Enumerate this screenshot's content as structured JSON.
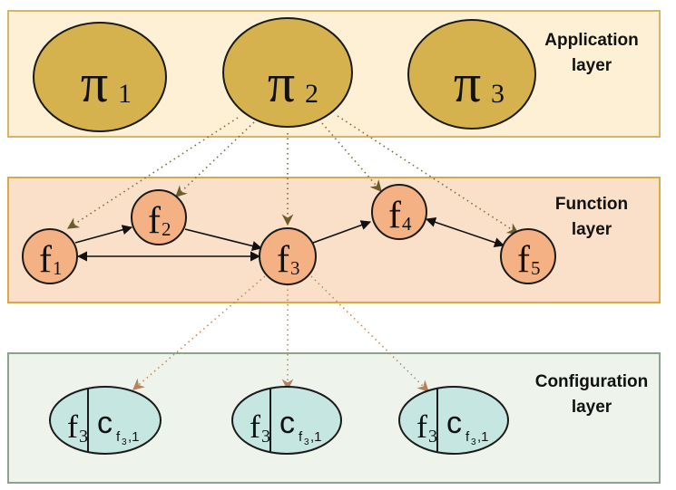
{
  "layers": {
    "application": {
      "label_line1": "Application",
      "label_line2": "layer"
    },
    "function": {
      "label_line1": "Function",
      "label_line2": "layer"
    },
    "configuration": {
      "label_line1": "Configuration",
      "label_line2": "layer"
    }
  },
  "applications": [
    {
      "symbol": "π",
      "index": "1"
    },
    {
      "symbol": "π",
      "index": "2"
    },
    {
      "symbol": "π",
      "index": "3"
    }
  ],
  "functions": [
    {
      "symbol": "f",
      "index": "1"
    },
    {
      "symbol": "f",
      "index": "2"
    },
    {
      "symbol": "f",
      "index": "3"
    },
    {
      "symbol": "f",
      "index": "4"
    },
    {
      "symbol": "f",
      "index": "5"
    }
  ],
  "configurations": [
    {
      "f_symbol": "f",
      "f_index": "3",
      "c_symbol": "c",
      "c_sub": "f",
      "c_sub_index": "3",
      "c_sub_tail": ",1"
    },
    {
      "f_symbol": "f",
      "f_index": "3",
      "c_symbol": "c",
      "c_sub": "f",
      "c_sub_index": "3",
      "c_sub_tail": ",1"
    },
    {
      "f_symbol": "f",
      "f_index": "3",
      "c_symbol": "c",
      "c_sub": "f",
      "c_sub_index": "3",
      "c_sub_tail": ",1"
    }
  ],
  "colors": {
    "app_bg": "#fdf0d5",
    "app_border": "#d8b468",
    "app_node": "#d6b24e",
    "func_bg": "#fbe0c9",
    "func_border": "#d8a945",
    "func_node": "#f4b183",
    "config_bg": "#eef4ec",
    "config_border": "#8aa38a",
    "config_node": "#c5e6e1",
    "dotted_app_to_func": "#7a6a3a",
    "dotted_func_to_config": "#c08a5c"
  }
}
